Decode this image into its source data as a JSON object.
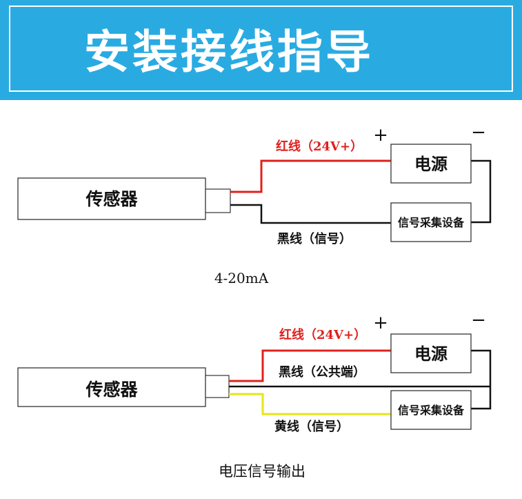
{
  "header": {
    "title": "安装接线指导",
    "bg_color": "#29abe2"
  },
  "colors": {
    "red_wire": "#e0201c",
    "black_wire": "#111111",
    "yellow_wire": "#e4e619",
    "label_red": "#e0201c"
  },
  "diagram1": {
    "sensor_label": "传感器",
    "power_label": "电源",
    "collector_label": "信号采集设备",
    "red_wire_label": "红线（24V+）",
    "black_wire_label": "黑线（信号）",
    "plus_sign": "+",
    "minus_sign": "−",
    "caption": "4-20mA"
  },
  "diagram2": {
    "sensor_label": "传感器",
    "power_label": "电源",
    "collector_label": "信号采集设备",
    "red_wire_label": "红线（24V+）",
    "black_wire_label": "黑线（公共端）",
    "yellow_wire_label": "黄线（信号）",
    "plus_sign": "+",
    "minus_sign": "−",
    "caption": "电压信号输出"
  }
}
